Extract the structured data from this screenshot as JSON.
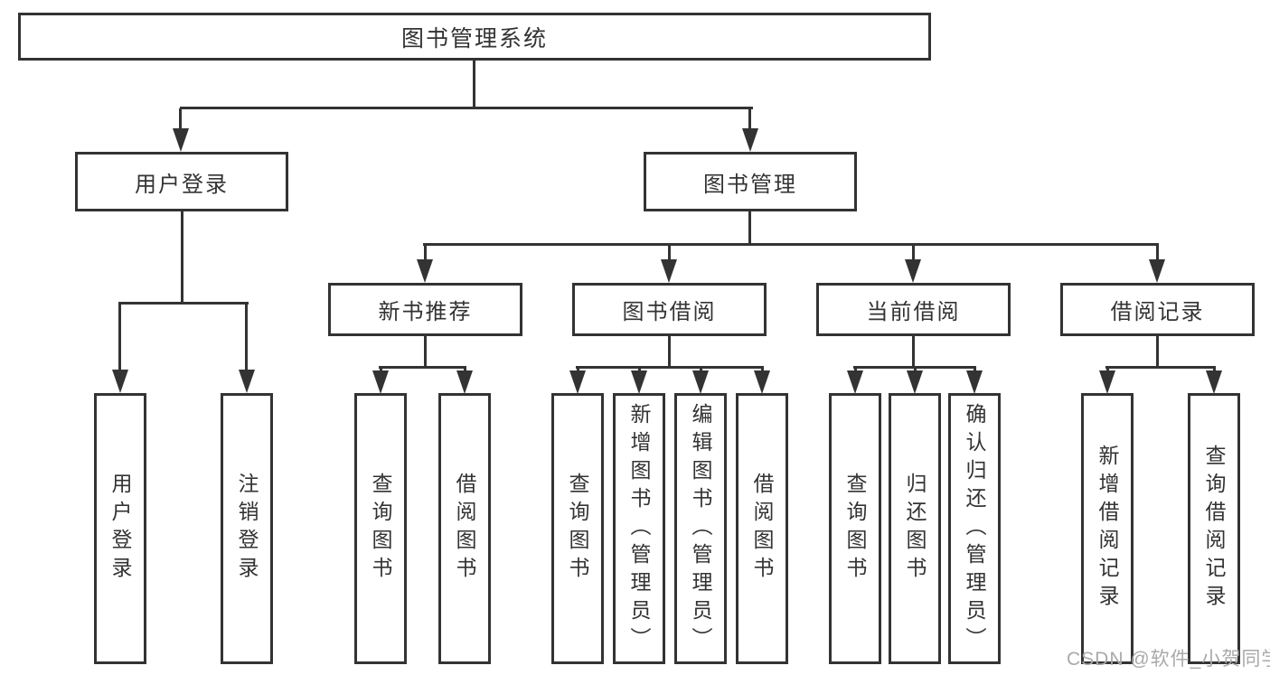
{
  "tree": {
    "root": "图书管理系统",
    "branches": [
      {
        "label": "用户登录",
        "leaves": [
          "用户登录",
          "注销登录"
        ]
      },
      {
        "label": "图书管理",
        "groups": [
          {
            "label": "新书推荐",
            "leaves": [
              "查询图书",
              "借阅图书"
            ]
          },
          {
            "label": "图书借阅",
            "leaves": [
              "查询图书",
              "新增图书（管理员）",
              "编辑图书（管理员）",
              "借阅图书"
            ]
          },
          {
            "label": "当前借阅",
            "leaves": [
              "查询图书",
              "归还图书",
              "确认归还（管理员）"
            ]
          },
          {
            "label": "借阅记录",
            "leaves": [
              "新增借阅记录",
              "查询借阅记录"
            ]
          }
        ]
      }
    ]
  },
  "watermark": "CSDN @软件_小贺同学",
  "colors": {
    "line": "#333333",
    "background": "#ffffff",
    "watermark_text": "#a9a9a9"
  }
}
